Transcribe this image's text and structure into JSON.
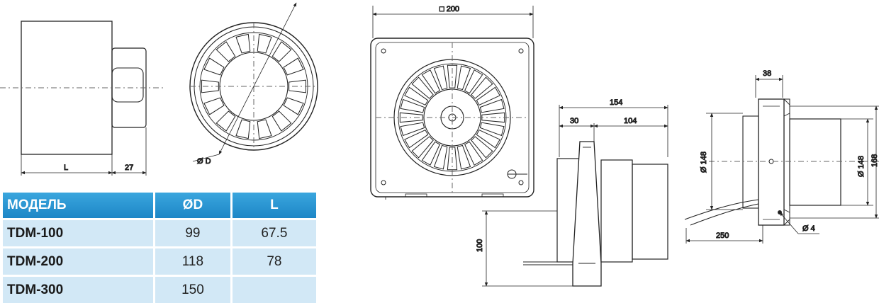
{
  "drawing": {
    "side_view": {
      "length_label": "L",
      "collar_label": "27"
    },
    "front_view": {
      "diameter_label": "Ø D"
    },
    "panel_view": {
      "width_label": "□ 200"
    },
    "profile_view": {
      "total_label": "154",
      "left_label": "30",
      "right_label": "104",
      "height_label": "100"
    },
    "end_view": {
      "flange_label": "38",
      "inner_diameter_label": "Ø 148",
      "outer_diameter_label": "Ø 148",
      "outer_height_label": "168",
      "cable_label": "250",
      "hole_label": "Ø 4"
    }
  },
  "table": {
    "headers": [
      "МОДЕЛЬ",
      "ØD",
      "L"
    ],
    "rows": [
      [
        "TDM-100",
        "99",
        "67.5"
      ],
      [
        "TDM-200",
        "118",
        "78"
      ],
      [
        "TDM-300",
        "150",
        ""
      ]
    ]
  }
}
